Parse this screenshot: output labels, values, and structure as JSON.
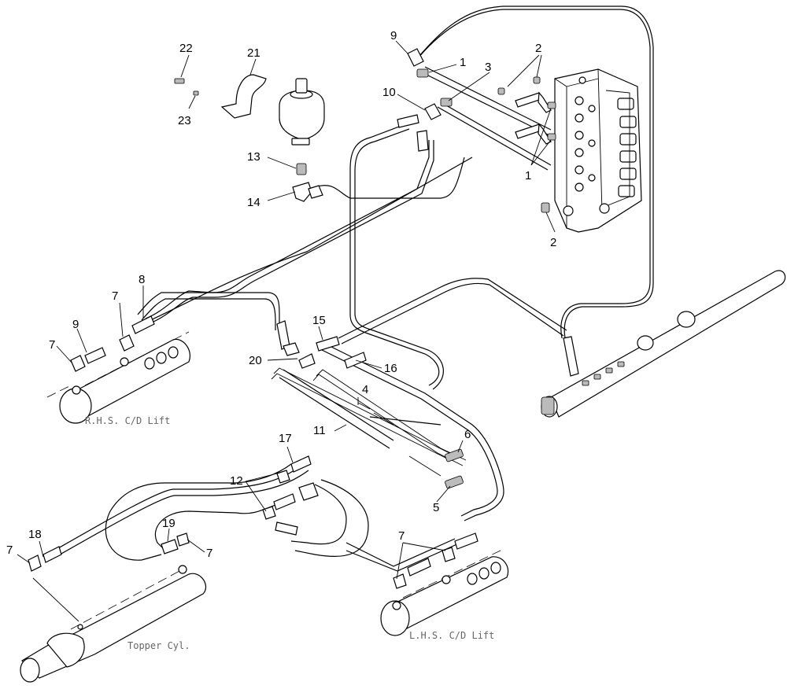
{
  "callouts": {
    "c1a": "1",
    "c1b": "1",
    "c2a": "2",
    "c2b": "2",
    "c3": "3",
    "c4": "4",
    "c5": "5",
    "c6": "6",
    "c7a": "7",
    "c7b": "7",
    "c7c": "7",
    "c7d": "7",
    "c7e": "7",
    "c8": "8",
    "c9a": "9",
    "c9b": "9",
    "c10": "10",
    "c11": "11",
    "c12": "12",
    "c13": "13",
    "c14": "14",
    "c15": "15",
    "c16": "16",
    "c17": "17",
    "c18": "18",
    "c19": "19",
    "c20": "20",
    "c21": "21",
    "c22": "22",
    "c23": "23"
  },
  "labels": {
    "rhs": "R.H.S. C/D Lift",
    "lhs": "L.H.S. C/D Lift",
    "topper": "Topper Cyl."
  }
}
